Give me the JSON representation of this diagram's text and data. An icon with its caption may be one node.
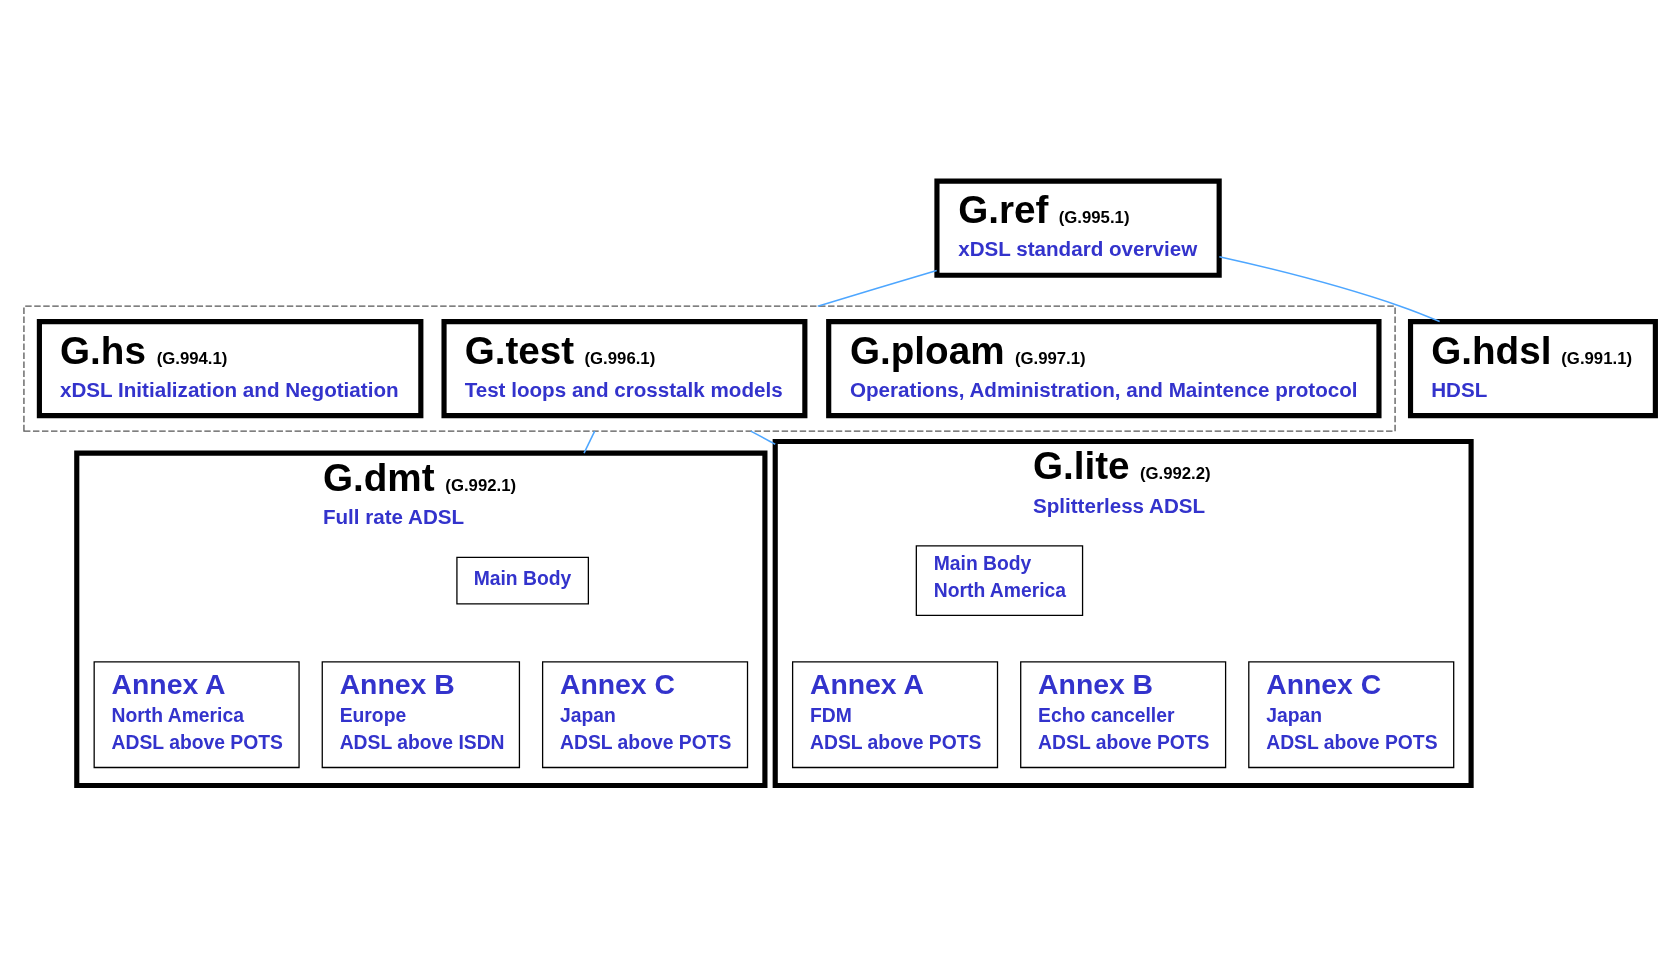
{
  "diagram": {
    "nodes": [
      {
        "text": [
          "G.ref",
          "(G.995.1)",
          "xDSL standard overview"
        ]
      },
      {
        "text": [],
        "shape": "box"
      },
      {
        "text": [
          "G.hs",
          "(G.994.1)",
          "xDSL Initialization and Negotiation"
        ],
        "in": 1
      },
      {
        "text": [
          "G.test",
          "(G.996.1)",
          "Test loops and crosstalk models"
        ],
        "in": 1
      },
      {
        "text": [
          "G.ploam",
          "(G.997.1)",
          "Operations, Administration, and Maintence protocol"
        ],
        "in": 1
      },
      {
        "text": [
          "G.hdsl",
          "(G.991.1)",
          "HDSL"
        ]
      },
      {
        "text": [
          "G.dmt",
          "(G.992.1)",
          "Full rate ADSL"
        ]
      },
      {
        "text": [
          "Main Body"
        ],
        "in": 6
      },
      {
        "text": [
          "Annex A",
          "North America",
          "ADSL above POTS"
        ],
        "in": 6
      },
      {
        "text": [
          "Annex B",
          "Europe",
          "ADSL above ISDN"
        ],
        "in": 6
      },
      {
        "text": [
          "Annex C",
          "Japan",
          "ADSL above POTS"
        ],
        "in": 6
      },
      {
        "text": [
          "G.lite",
          "(G.992.2)",
          "Splitterless ADSL"
        ]
      },
      {
        "text": [
          "Main Body",
          "North America"
        ],
        "in": 11
      },
      {
        "text": [
          "Annex A",
          "FDM",
          "ADSL above POTS"
        ],
        "in": 11
      },
      {
        "text": [
          "Annex B",
          "Echo canceller",
          "ADSL above POTS"
        ],
        "in": 11
      },
      {
        "text": [
          "Annex C",
          "Japan",
          "ADSL above POTS"
        ],
        "in": 11
      }
    ],
    "edges": [
      {
        "from": 0,
        "to": 5,
        "arrow": "none"
      },
      {
        "from": 0,
        "to": 1,
        "arrow": "none"
      },
      {
        "from": 1,
        "to": 6,
        "arrow": "none"
      },
      {
        "from": 1,
        "to": 11,
        "arrow": "none"
      }
    ]
  }
}
